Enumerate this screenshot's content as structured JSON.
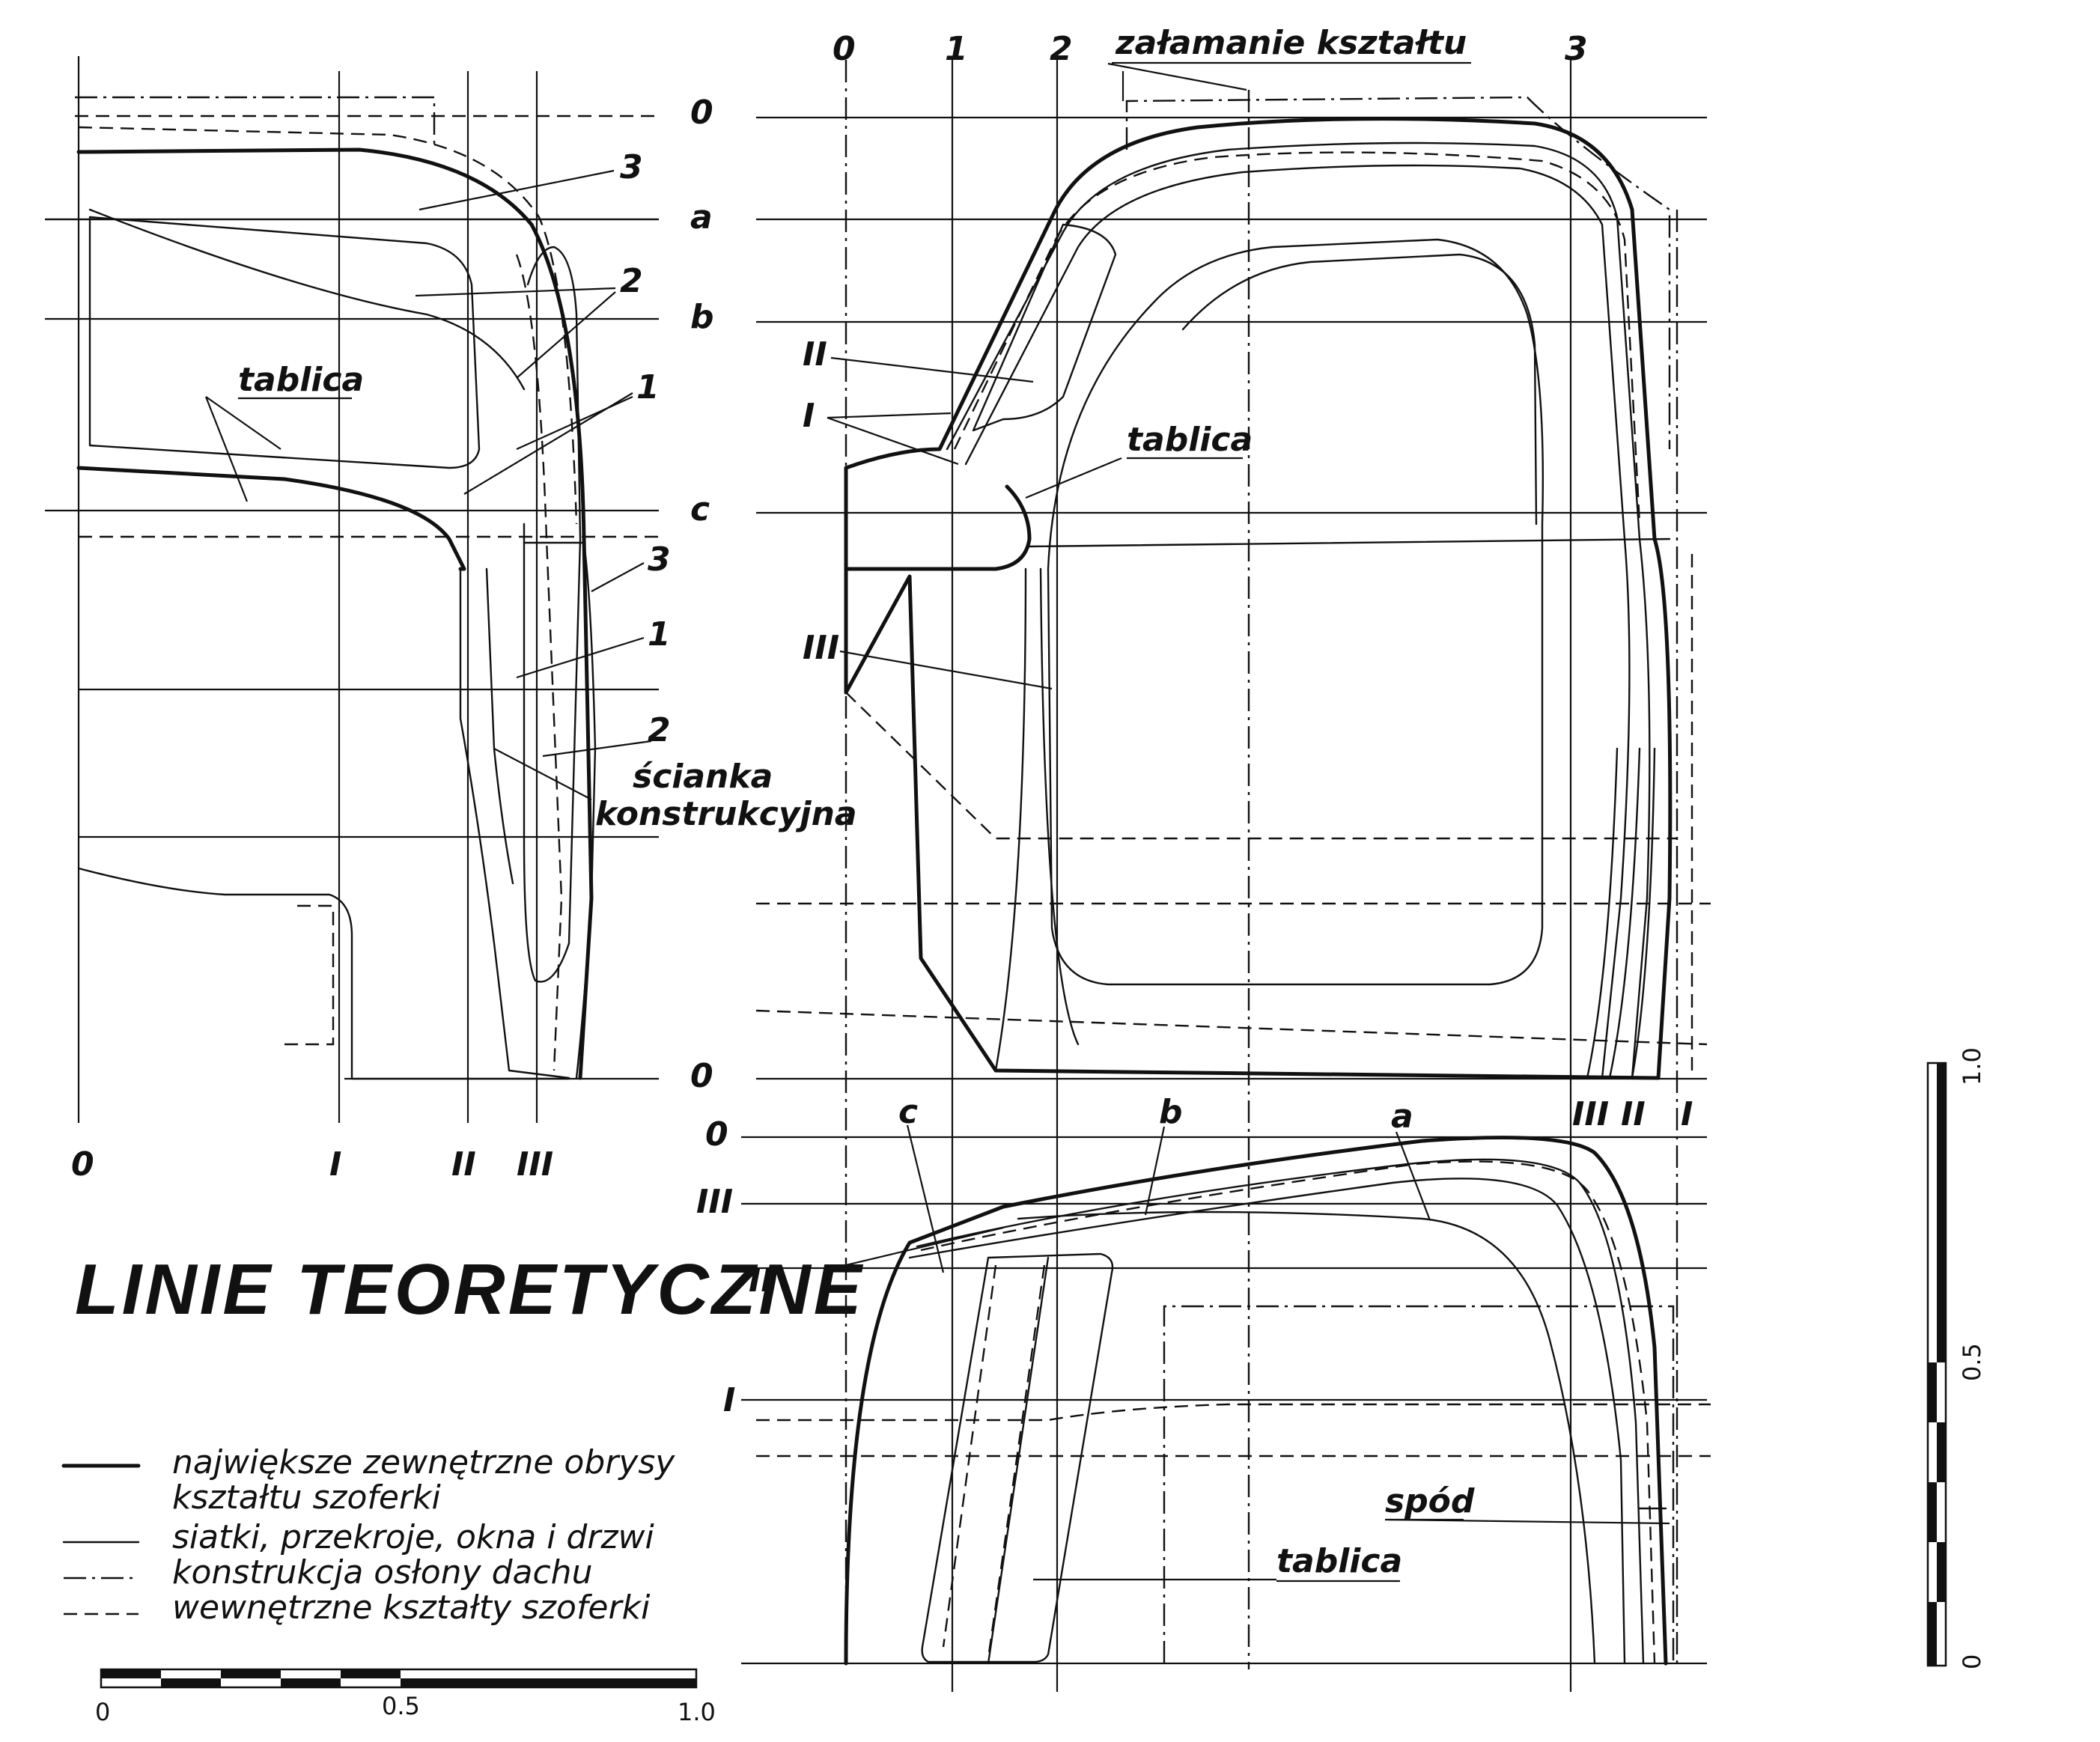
{
  "title": "LINIE TEORETYCZNE",
  "legend": [
    {
      "style": "thick",
      "text": "największe zewnętrzne obrysy"
    },
    {
      "style": "none",
      "text": "kształtu szoferki"
    },
    {
      "style": "thin",
      "text": "siatki, przekroje, okna i drzwi"
    },
    {
      "style": "dashdot",
      "text": "konstrukcja osłony dachu"
    },
    {
      "style": "dashed",
      "text": "wewnętrzne kształty szoferki"
    }
  ],
  "side_view": {
    "row_labels": [
      "0",
      "a",
      "b",
      "c",
      "0"
    ],
    "column_labels": [
      "0",
      "I",
      "II",
      "III"
    ],
    "callouts": [
      "3",
      "2",
      "1",
      "3",
      "1",
      "2",
      "tablica"
    ],
    "wall_label": [
      "ścianka",
      "konstrukcyjna"
    ]
  },
  "front_view": {
    "column_labels": [
      "0",
      "1",
      "2",
      "3"
    ],
    "break_label": "załamanie kształtu",
    "callouts": [
      "II",
      "I",
      "tablica",
      "III"
    ],
    "bottom_labels": [
      "III",
      "II",
      "I"
    ]
  },
  "plan_view": {
    "row_labels": [
      "0",
      "III",
      "II",
      "I"
    ],
    "section_labels": [
      "c",
      "b",
      "a"
    ],
    "callouts": [
      "spód",
      "tablica"
    ]
  },
  "scale_horizontal": {
    "labels": [
      "0",
      "0.5",
      "1.0"
    ]
  },
  "scale_vertical": {
    "labels": [
      "0",
      "0.5",
      "1.0"
    ]
  }
}
